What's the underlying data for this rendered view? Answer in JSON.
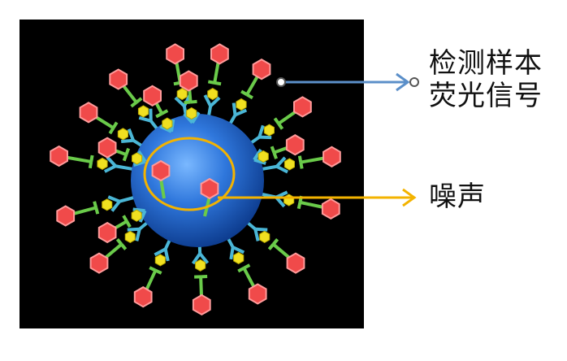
{
  "labels": {
    "signal_line1": "检测样本",
    "signal_line2": "荧光信号",
    "noise": "噪声"
  },
  "colors": {
    "signal_arrow": "#5b8fc9",
    "noise_arrow": "#f3b300",
    "bead": "#2c6fd1",
    "fluorophore": "#f04a4a",
    "antibody_green": "#6acb4a",
    "antibody_blue": "#4ab6d6",
    "antigen": "#f0e020"
  }
}
